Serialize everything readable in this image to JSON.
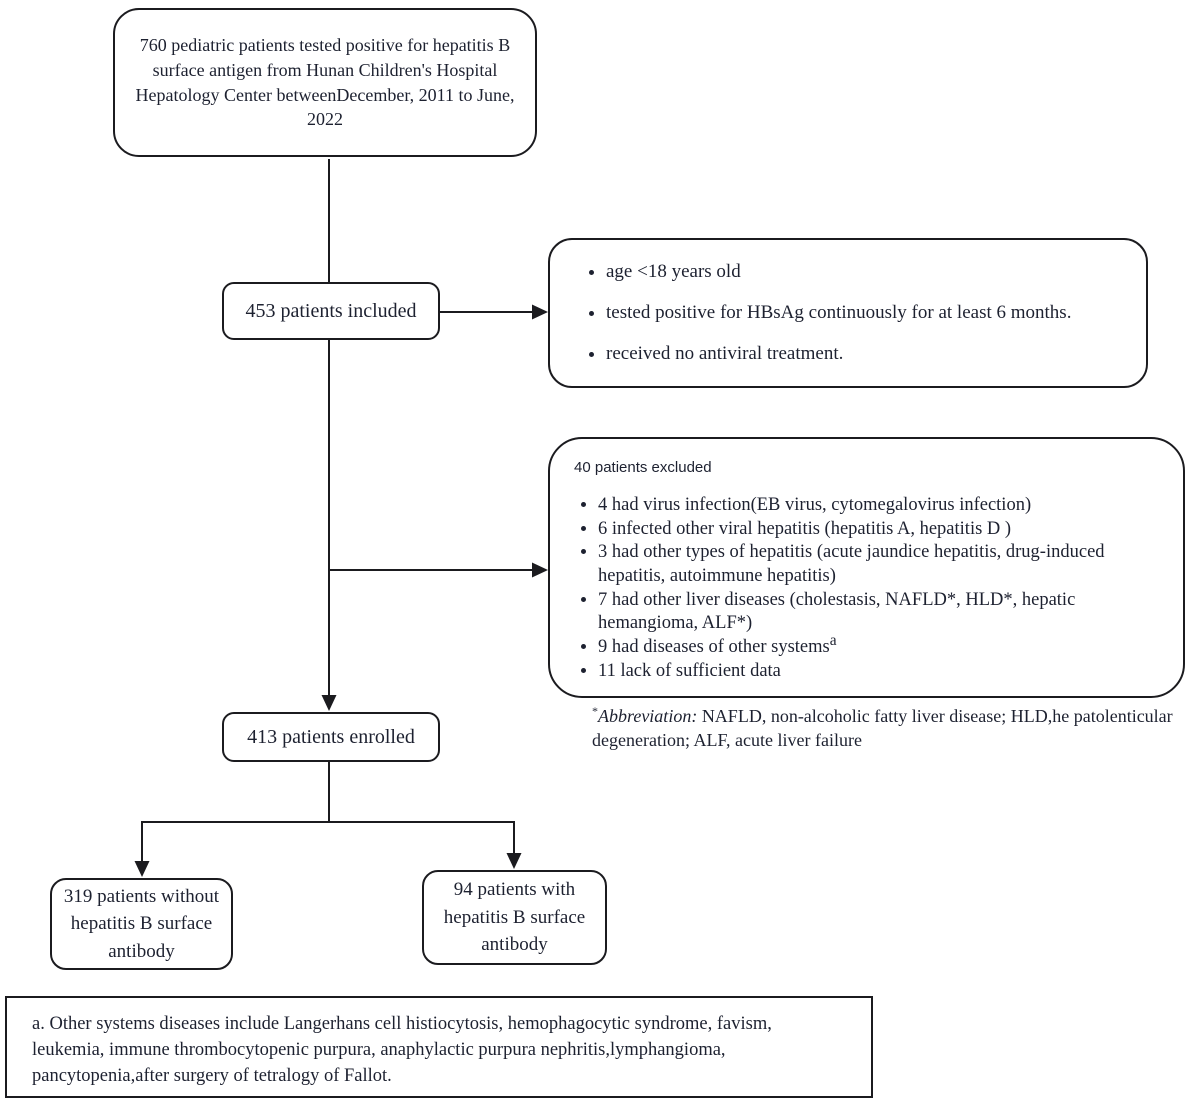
{
  "colors": {
    "line": "#1b1b1f",
    "text": "#1d2130",
    "background": "#ffffff"
  },
  "top_box": {
    "text": "760 pediatric patients tested positive for hepatitis B surface antigen from Hunan Children's Hospital Hepatology Center betweenDecember, 2011 to June, 2022"
  },
  "included_box": {
    "text": "453 patients included"
  },
  "criteria_box": {
    "items": [
      "age <18 years old",
      "tested positive for HBsAg continuously for at least 6 months.",
      "received no antiviral treatment."
    ]
  },
  "excluded_box": {
    "title": "40 patients excluded",
    "items": [
      "4 had virus infection(EB virus, cytomegalovirus infection)",
      "6 infected other viral hepatitis (hepatitis A, hepatitis D )",
      "3 had other types of hepatitis (acute jaundice hepatitis, drug-induced hepatitis, autoimmune hepatitis)",
      "7 had other liver diseases (cholestasis, NAFLD*, HLD*, hepatic hemangioma, ALF*)",
      "9 had diseases of other systems",
      "11 lack of sufficient data"
    ],
    "item_4_superscript": "a"
  },
  "abbreviation_note": {
    "asterisk": "*",
    "label": "Abbreviation:",
    "text": " NAFLD, non-alcoholic fatty liver disease; HLD,he patolenticular degeneration; ALF, acute liver failure"
  },
  "enrolled_box": {
    "text": "413 patients enrolled"
  },
  "without_antibody_box": {
    "text": "319 patients without hepatitis B surface antibody"
  },
  "with_antibody_box": {
    "text": "94 patients with hepatitis B surface antibody"
  },
  "footnote_box": {
    "text": "a. Other systems diseases include Langerhans cell histiocytosis, hemophagocytic syndrome, favism, leukemia, immune thrombocytopenic purpura, anaphylactic purpura nephritis,lymphangioma, pancytopenia,after surgery of tetralogy of Fallot."
  }
}
